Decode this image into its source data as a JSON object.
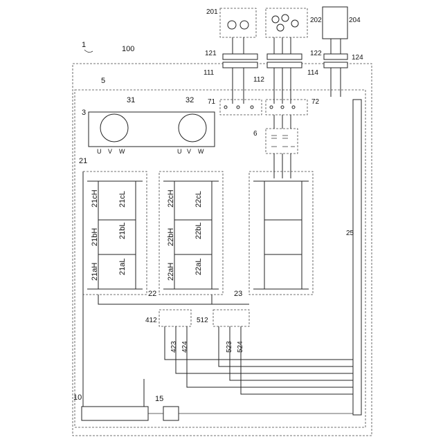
{
  "figure": {
    "figure_ref": "1",
    "system_ref": "100",
    "drive_ref": "5",
    "motor_assembly_ref": "3",
    "controller_ref": "10",
    "comm_ref": "15",
    "sources": [
      {
        "ref": "201",
        "kind": "single-phase"
      },
      {
        "ref": "202",
        "kind": "three-phase"
      },
      {
        "ref": "204",
        "kind": "dc"
      }
    ],
    "connectors_outer": [
      "121",
      "122",
      "124"
    ],
    "connectors_inner": [
      "111",
      "112",
      "114"
    ],
    "relays_top": [
      "71",
      "72"
    ],
    "filter_ref": "6",
    "bus_ref": "25",
    "motors": [
      {
        "ref": "31",
        "phases": [
          "U",
          "V",
          "W"
        ]
      },
      {
        "ref": "32",
        "phases": [
          "U",
          "V",
          "W"
        ]
      }
    ],
    "inverters": [
      {
        "ref": "21",
        "switches": [
          "21cH",
          "21cL",
          "21bH",
          "21bL",
          "21aH",
          "21aL"
        ]
      },
      {
        "ref": "22",
        "switches": [
          "22cH",
          "22cL",
          "22bH",
          "22bL",
          "22aH",
          "22aL"
        ]
      },
      {
        "ref": "23",
        "switches": []
      }
    ],
    "relay_groups": [
      "412",
      "512"
    ],
    "relay_refs": [
      "423",
      "424",
      "523",
      "524"
    ]
  }
}
